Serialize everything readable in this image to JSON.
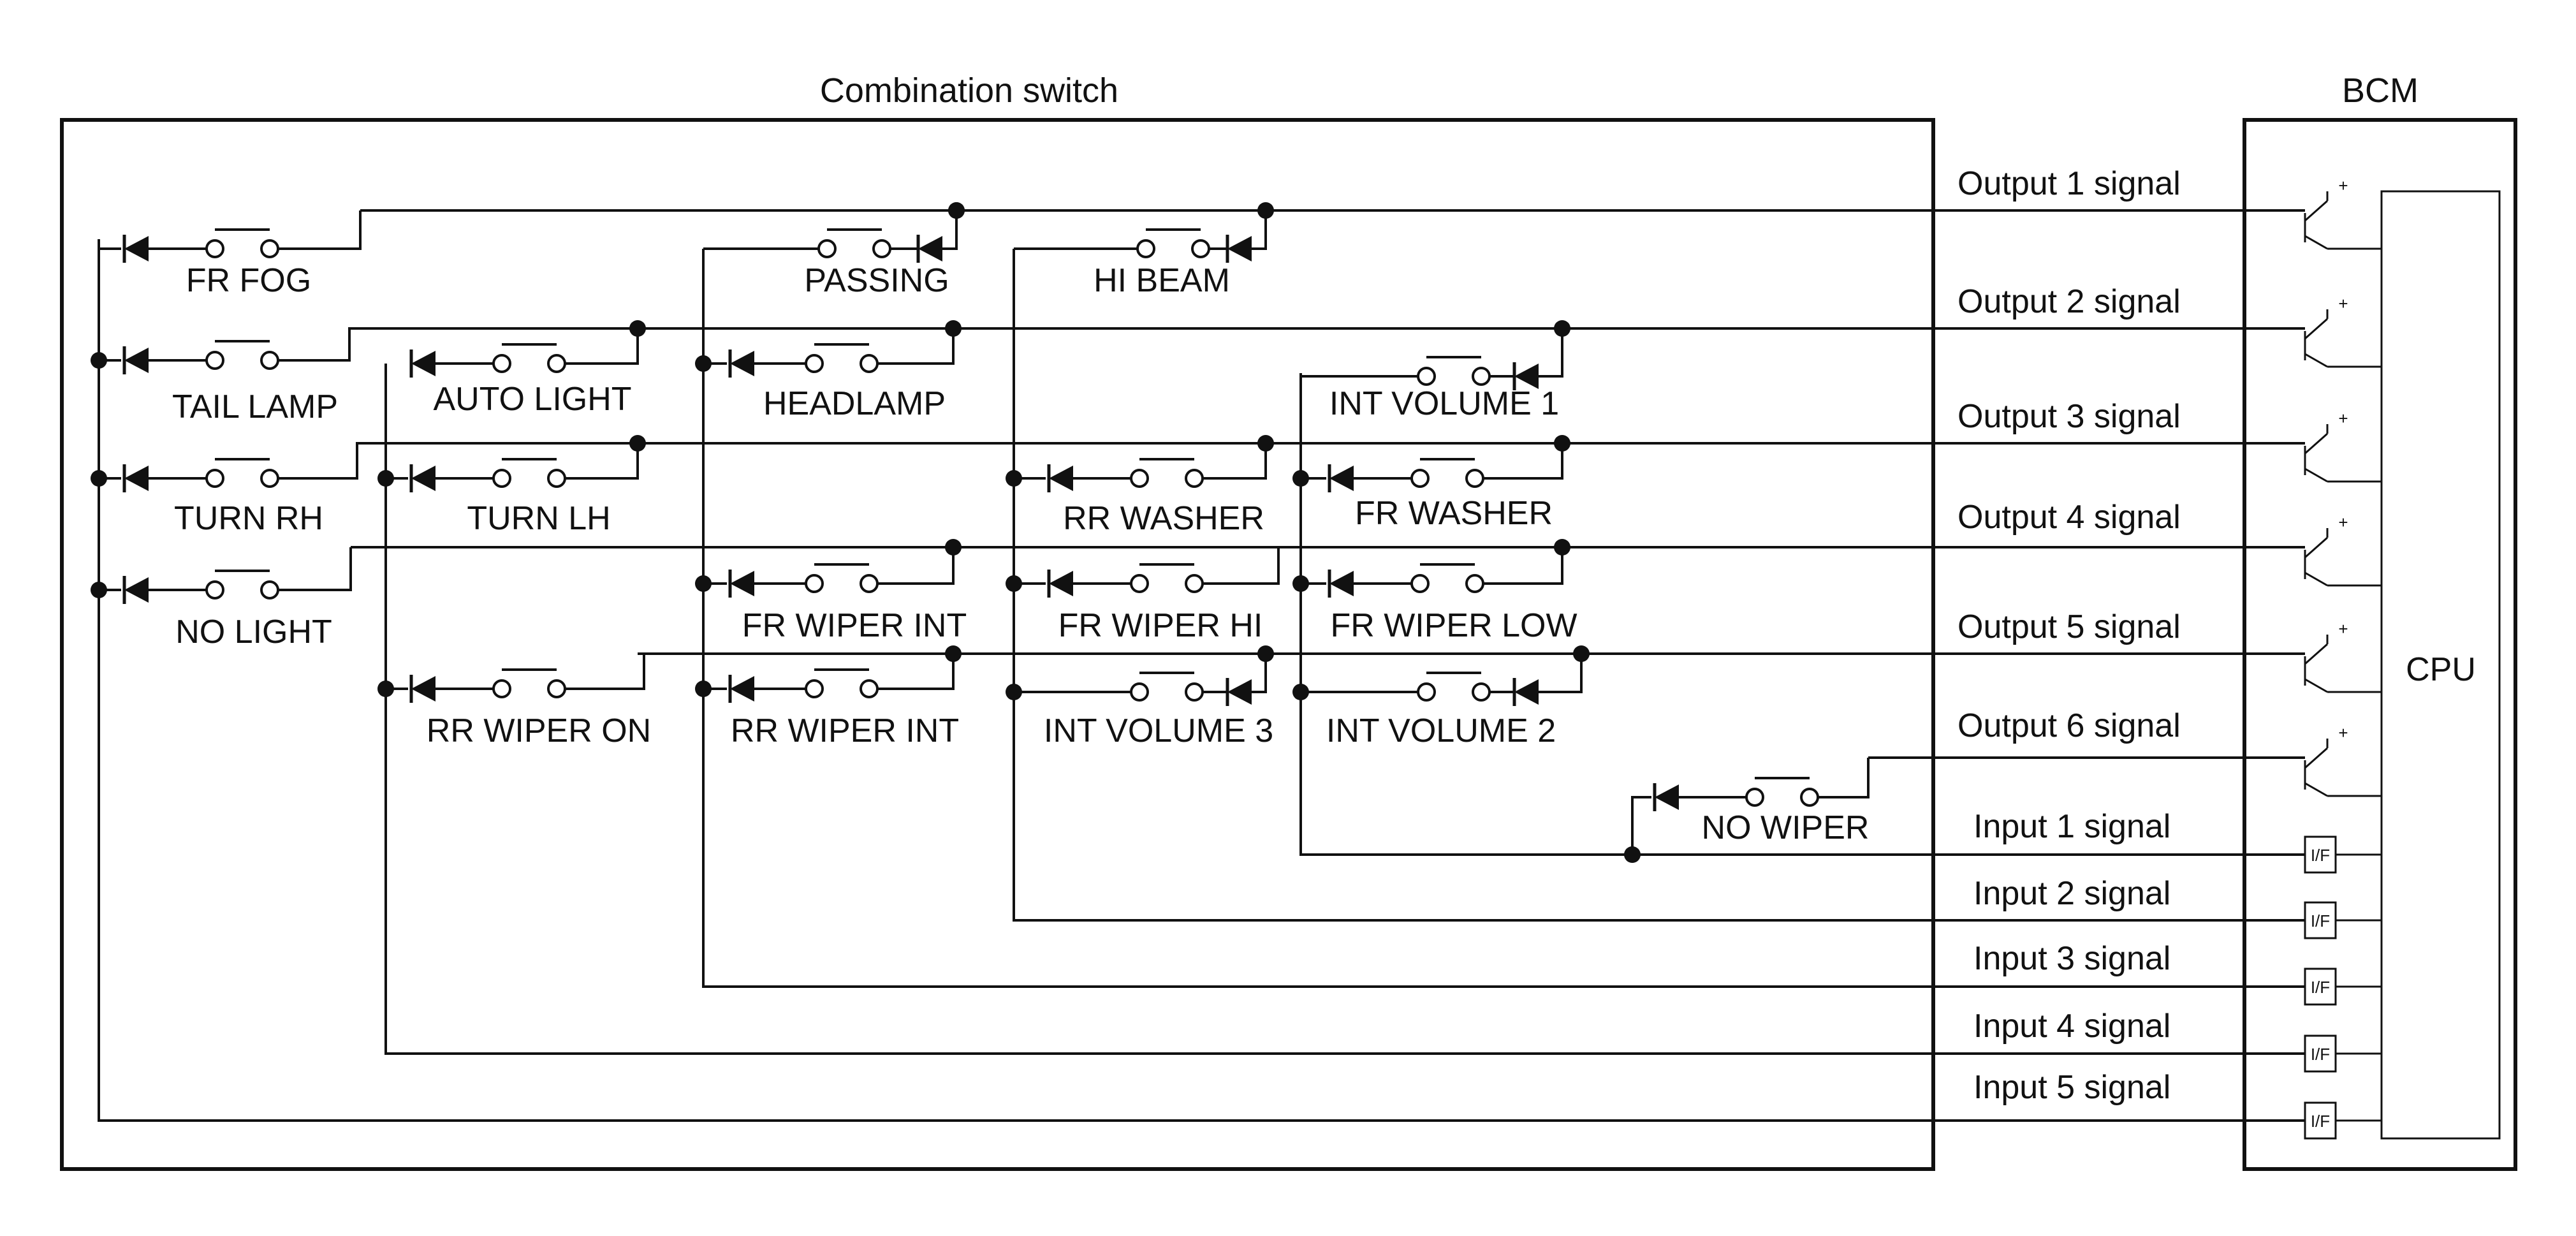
{
  "titles": {
    "combination_switch": "Combination switch",
    "bcm": "BCM",
    "cpu": "CPU",
    "interface": "I/F",
    "plus": "+"
  },
  "outputs": [
    "Output 1 signal",
    "Output 2 signal",
    "Output 3 signal",
    "Output 4 signal",
    "Output 5 signal",
    "Output 6 signal"
  ],
  "inputs": [
    "Input 1 signal",
    "Input 2 signal",
    "Input 3 signal",
    "Input 4 signal",
    "Input 5 signal"
  ],
  "switches": {
    "fr_fog": "FR FOG",
    "tail_lamp": "TAIL LAMP",
    "turn_rh": "TURN RH",
    "no_light": "NO LIGHT",
    "auto_light": "AUTO LIGHT",
    "turn_lh": "TURN LH",
    "rr_wiper_on": "RR WIPER ON",
    "passing": "PASSING",
    "headlamp": "HEADLAMP",
    "fr_wiper_int": "FR WIPER INT",
    "rr_wiper_int": "RR WIPER INT",
    "hi_beam": "HI BEAM",
    "rr_washer": "RR WASHER",
    "fr_wiper_hi": "FR WIPER HI",
    "int_volume_3": "INT VOLUME 3",
    "int_volume_1": "INT VOLUME 1",
    "fr_washer": "FR WASHER",
    "fr_wiper_low": "FR WIPER LOW",
    "int_volume_2": "INT VOLUME 2",
    "no_wiper": "NO WIPER"
  }
}
